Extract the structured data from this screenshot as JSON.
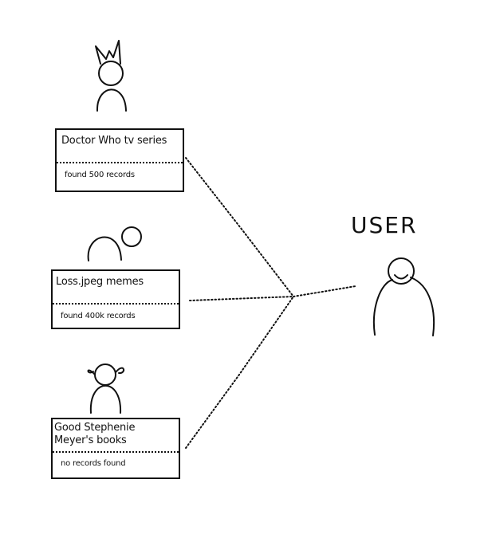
{
  "user": {
    "label": "USER"
  },
  "sources": [
    {
      "title": "Doctor Who tv series",
      "status": "found 500 records",
      "figure": "horned-figure-icon"
    },
    {
      "title": "Loss.jpeg memes",
      "status": "found 400k records",
      "figure": "bent-figure-icon"
    },
    {
      "title": "Good Stephenie Meyer's books",
      "status": "no records found",
      "figure": "pigtails-figure-icon"
    }
  ]
}
